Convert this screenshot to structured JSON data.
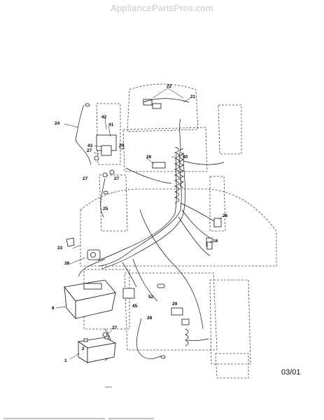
{
  "watermark": "AppliancePartsPros.com",
  "date_code": "03/01",
  "callouts": {
    "c1": "1",
    "c2": "2",
    "c8": "8",
    "c16": "16",
    "c21": "21",
    "c22": "22",
    "c24": "24",
    "c25": "25",
    "c26a": "26",
    "c26b": "26",
    "c27a": "27",
    "c27b": "27",
    "c27c": "27",
    "c27d": "27",
    "c27e": "27",
    "c28": "28",
    "c29": "29",
    "c33": "33",
    "c38": "38",
    "c40": "40",
    "c41": "41",
    "c42": "42",
    "c43": "43",
    "c45": "45",
    "c52": "52"
  }
}
